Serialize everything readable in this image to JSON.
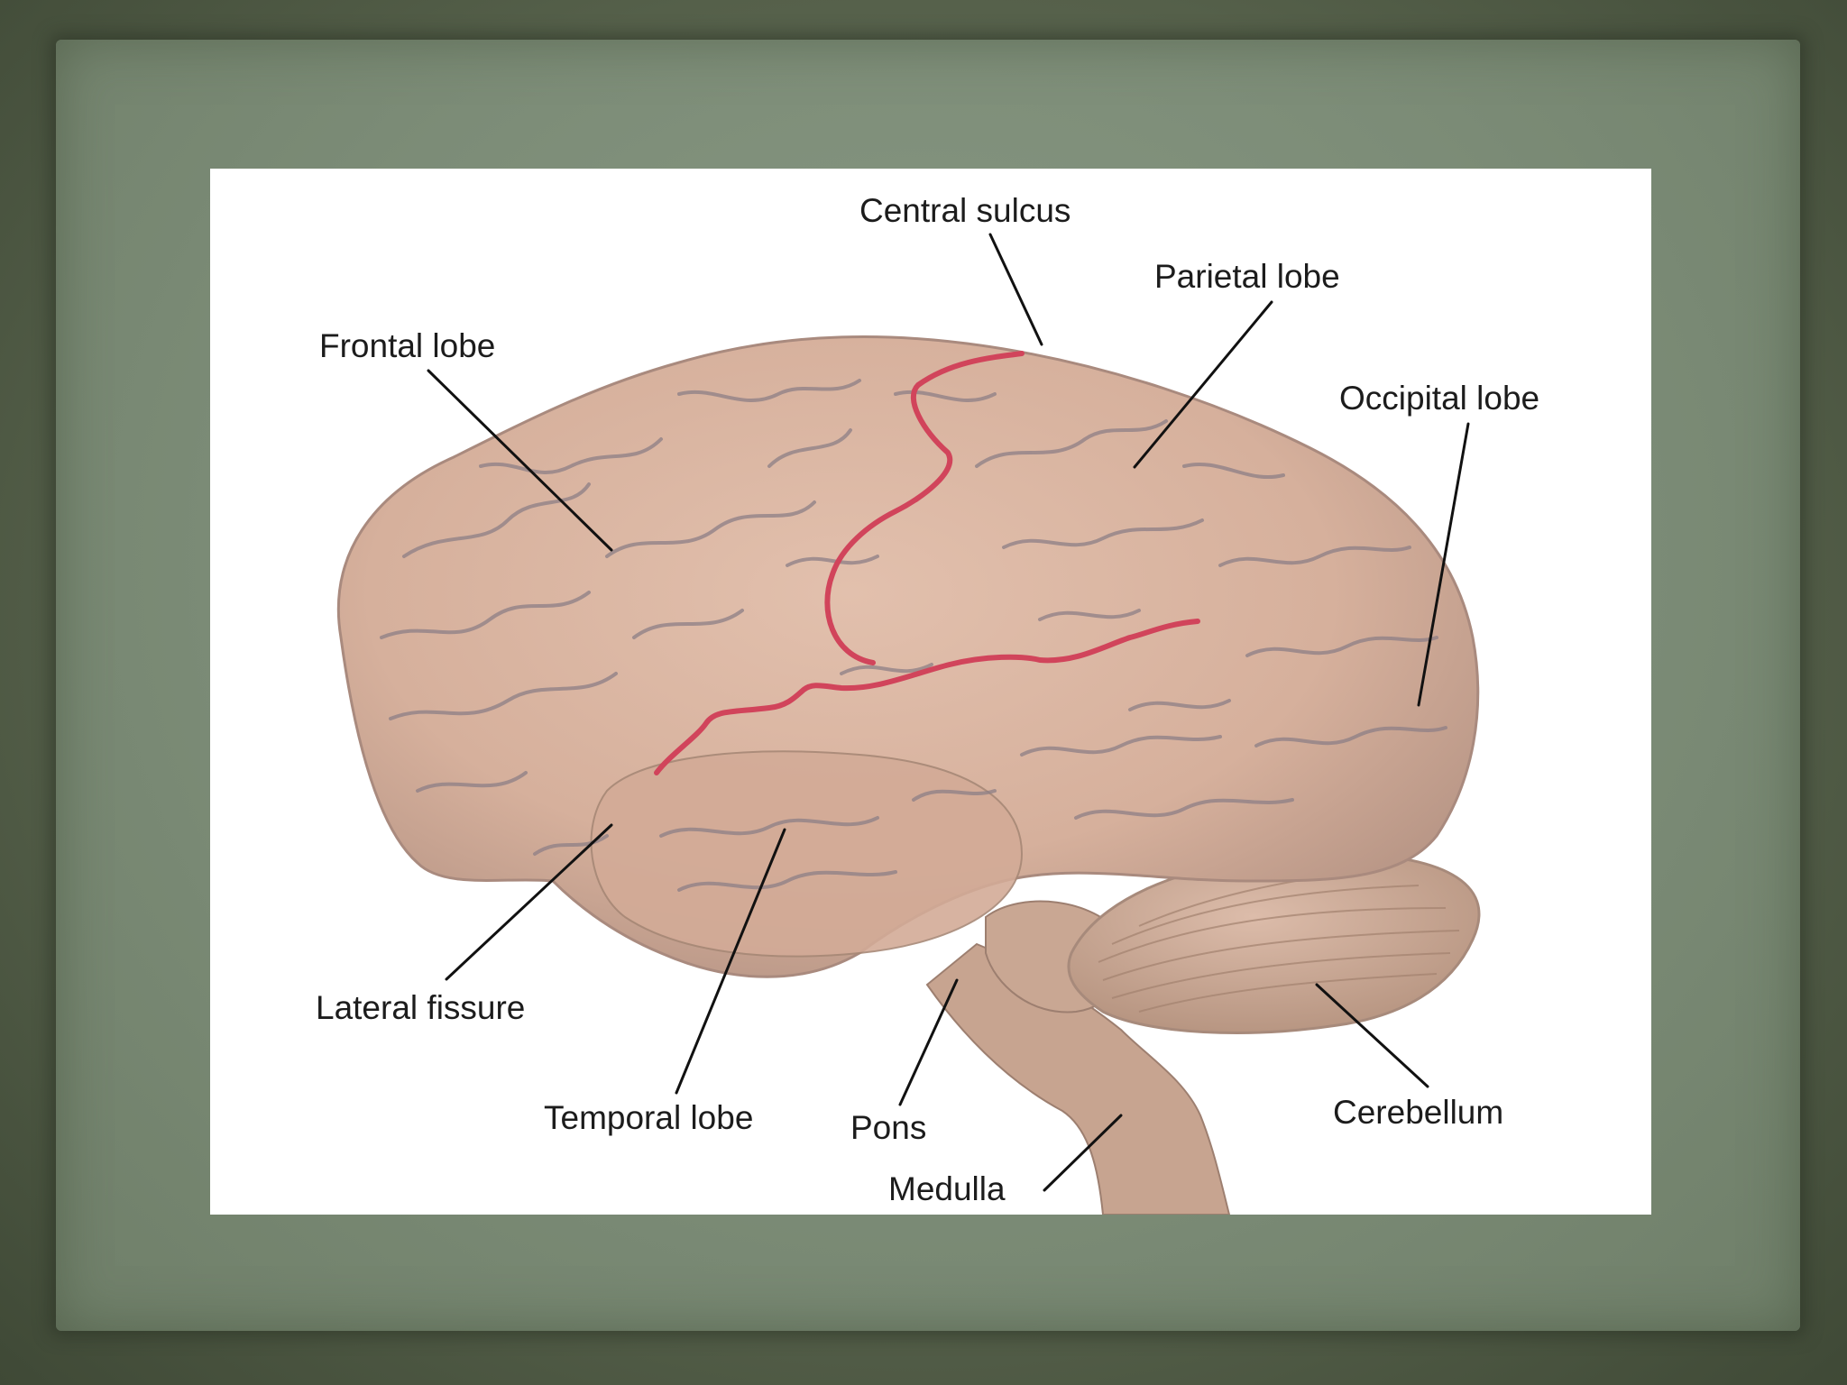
{
  "diagram": {
    "labels": {
      "central_sulcus": "Central sulcus",
      "parietal_lobe": "Parietal lobe",
      "frontal_lobe": "Frontal lobe",
      "occipital_lobe": "Occipital lobe",
      "lateral_fissure": "Lateral fissure",
      "temporal_lobe": "Temporal lobe",
      "pons": "Pons",
      "cerebellum": "Cerebellum",
      "medulla": "Medulla"
    },
    "colors": {
      "brain": "#d6b09c",
      "brain_shadow": "#a98a7e",
      "sulci": "#7d7585",
      "highlight_line": "#d1445b",
      "leader_line": "#111111",
      "frame_outer": "#4f5a45",
      "frame_paper": "#7c8c77"
    }
  }
}
